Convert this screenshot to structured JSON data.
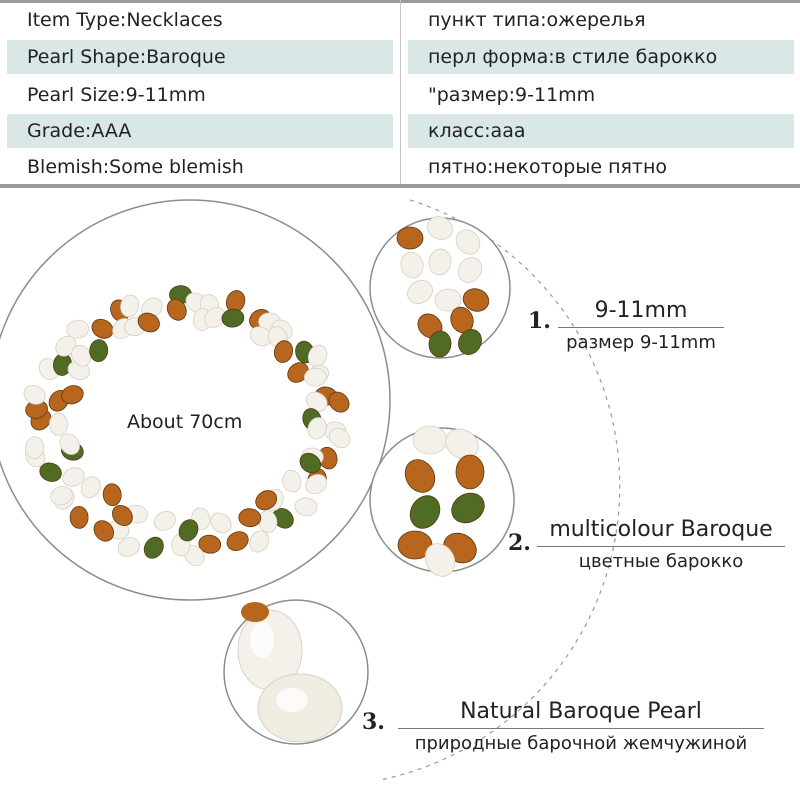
{
  "specs": [
    {
      "en": "Item Type:Necklaces",
      "ru": "пункт типа:ожерелья",
      "shaded": false
    },
    {
      "en": "Pearl Shape:Baroque",
      "ru": "перл форма:в стиле барокко",
      "shaded": true
    },
    {
      "en": "Pearl Size:9-11mm",
      "ru": "\"размер:9-11mm",
      "shaded": false
    },
    {
      "en": "Grade:AAA",
      "ru": "класс:ааа",
      "shaded": true
    },
    {
      "en": "Blemish:Some blemish",
      "ru": "пятно:некоторые пятно",
      "shaded": false
    }
  ],
  "main_caption": "About 70cm",
  "features": [
    {
      "number": "1.",
      "en": "9-11mm",
      "ru": "размер 9-11mm"
    },
    {
      "number": "2.",
      "en": "multicolour Baroque",
      "ru": "цветные барокко"
    },
    {
      "number": "3.",
      "en": "Natural Baroque Pearl",
      "ru": "природные барочной жемчужиной"
    }
  ],
  "colors": {
    "shade": "#d9e7e6",
    "pearl": "#f4f1ea",
    "amber": "#b8651e",
    "green": "#4f6b24"
  }
}
